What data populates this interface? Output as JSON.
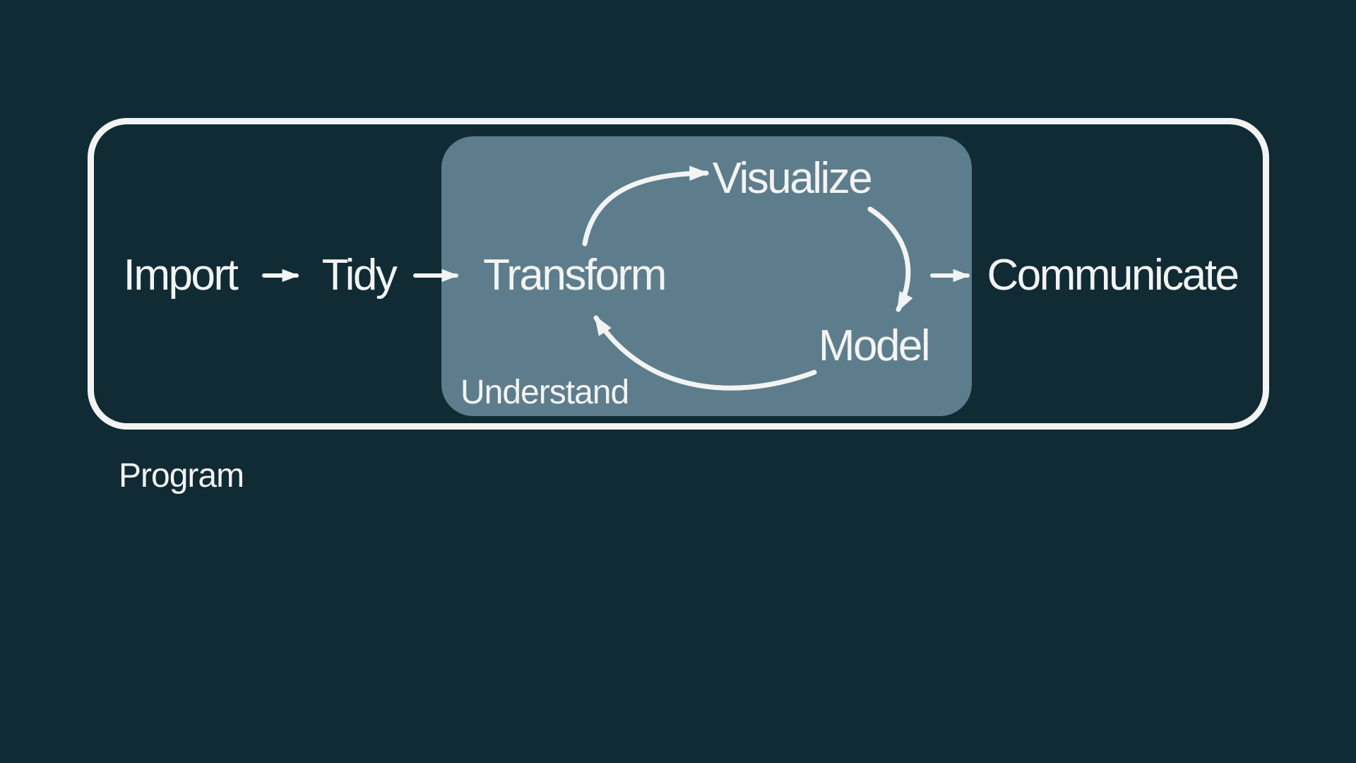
{
  "colors": {
    "background": "#112b35",
    "understand_fill": "#5e7d8c",
    "foreground": "#f2f4f3"
  },
  "nodes": {
    "import": "Import",
    "tidy": "Tidy",
    "transform": "Transform",
    "visualize": "Visualize",
    "model": "Model",
    "communicate": "Communicate"
  },
  "groups": {
    "understand": "Understand",
    "program": "Program"
  },
  "edges": [
    {
      "from": "Import",
      "to": "Tidy",
      "style": "straight"
    },
    {
      "from": "Tidy",
      "to": "Transform",
      "style": "straight"
    },
    {
      "from": "Transform",
      "to": "Visualize",
      "style": "curved"
    },
    {
      "from": "Visualize",
      "to": "Model",
      "style": "curved"
    },
    {
      "from": "Model",
      "to": "Transform",
      "style": "curved"
    },
    {
      "from": "Understand",
      "to": "Communicate",
      "style": "straight"
    }
  ]
}
